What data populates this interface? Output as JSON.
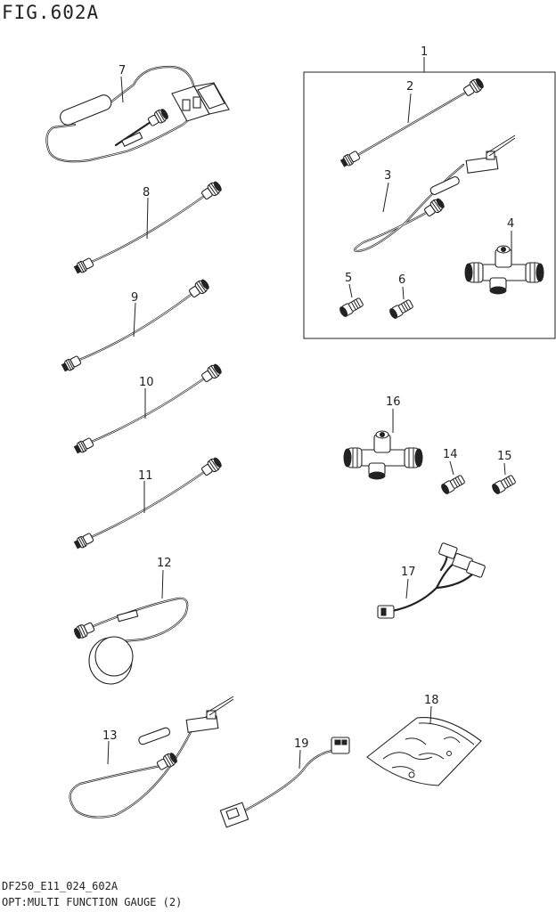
{
  "figure": {
    "title": "FIG.602A",
    "code": "DF250_E11_024_602A",
    "description": "OPT:MULTI FUNCTION GAUGE (2)"
  },
  "callouts": {
    "c1": "1",
    "c2": "2",
    "c3": "3",
    "c4": "4",
    "c5": "5",
    "c6": "6",
    "c7": "7",
    "c8": "8",
    "c9": "9",
    "c10": "10",
    "c11": "11",
    "c12": "12",
    "c13": "13",
    "c14": "14",
    "c15": "15",
    "c16": "16",
    "c17": "17",
    "c18": "18",
    "c19": "19"
  }
}
